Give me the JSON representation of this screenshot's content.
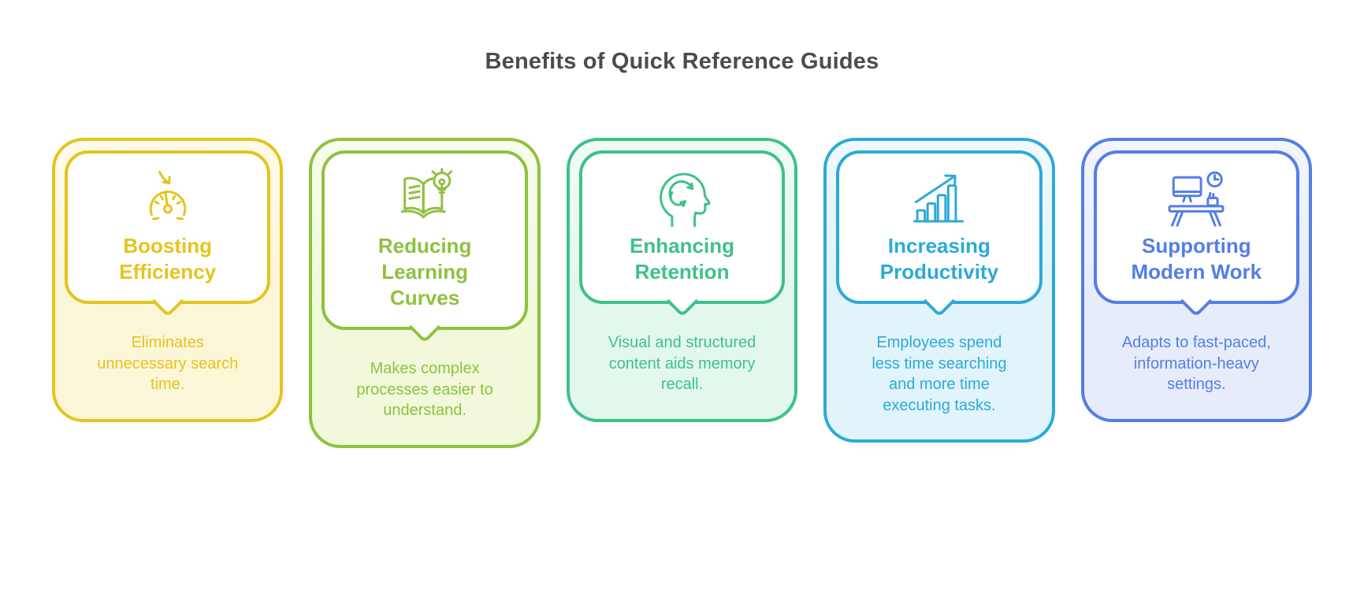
{
  "header": {
    "title": "Benefits of Quick Reference Guides",
    "title_color": "#4c4c4c"
  },
  "cards": [
    {
      "icon": "speedometer-arrow-icon",
      "title": "Boosting Efficiency",
      "description": "Eliminates unnecessary search time.",
      "color": "#e5c41c",
      "tint": "#fbf6d8"
    },
    {
      "icon": "open-book-lightbulb-icon",
      "title": "Reducing Learning Curves",
      "description": "Makes complex processes easier to understand.",
      "color": "#8ec13f",
      "tint": "#f1f9da"
    },
    {
      "icon": "head-memory-cycle-icon",
      "title": "Enhancing Retention",
      "description": "Visual and structured content aids memory recall.",
      "color": "#3ec189",
      "tint": "#e2f8ec"
    },
    {
      "icon": "growth-bar-chart-icon",
      "title": "Increasing Productivity",
      "description": "Employees spend less time searching and more time executing tasks.",
      "color": "#2baad8",
      "tint": "#e1f3fb"
    },
    {
      "icon": "desk-workspace-icon",
      "title": "Supporting Modern Work",
      "description": "Adapts to fast-paced, information-heavy settings.",
      "color": "#537ee6",
      "tint": "#e7ecfb"
    }
  ]
}
